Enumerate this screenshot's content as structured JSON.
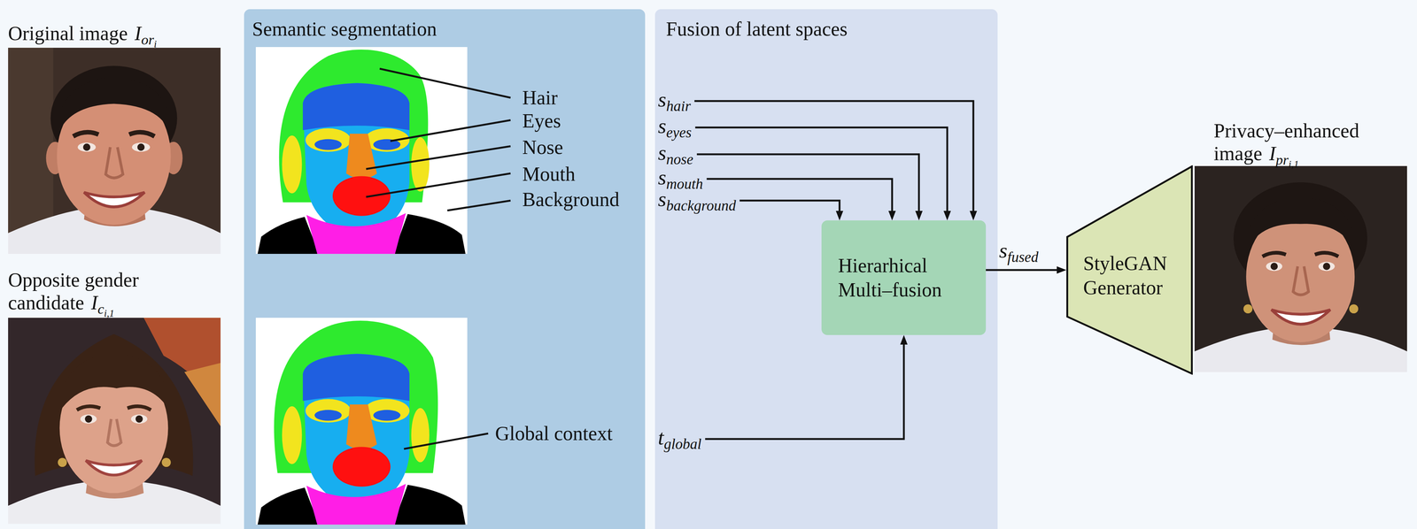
{
  "diagram": {
    "nodes": [
      {
        "text": [
          "Original image",
          "I",
          "or",
          "i"
        ]
      },
      {
        "text": [
          "Opposite gender candidate",
          "I",
          "c",
          "i,1"
        ]
      },
      {
        "text": [
          "Semantic segmentation"
        ]
      },
      {
        "text": [
          "Fusion of latent spaces"
        ]
      },
      {
        "text": [
          "s",
          "hair"
        ],
        "in": 3
      },
      {
        "text": [
          "s",
          "eyes"
        ],
        "in": 3
      },
      {
        "text": [
          "s",
          "nose"
        ],
        "in": 3
      },
      {
        "text": [
          "s",
          "mouth"
        ],
        "in": 3
      },
      {
        "text": [
          "s",
          "background"
        ],
        "in": 3
      },
      {
        "text": [
          "Hierarhical Multi–fusion"
        ],
        "in": 3
      },
      {
        "text": [
          "t",
          "global"
        ],
        "in": 3
      },
      {
        "text": [
          "StyleGAN Generator"
        ]
      },
      {
        "text": [
          "Privacy–enhanced image",
          "I",
          "pr",
          "i,1"
        ]
      }
    ],
    "edges": [
      {
        "from": 4,
        "to": 9,
        "arrow": "to"
      },
      {
        "from": 5,
        "to": 9,
        "arrow": "to"
      },
      {
        "from": 6,
        "to": 9,
        "arrow": "to"
      },
      {
        "from": 7,
        "to": 9,
        "arrow": "to"
      },
      {
        "from": 8,
        "to": 9,
        "arrow": "to"
      },
      {
        "from": 10,
        "to": 9,
        "arrow": "to"
      },
      {
        "from": 9,
        "to": 11,
        "label": "s",
        "arrow": "to"
      }
    ],
    "labels": [
      "Hair",
      "Eyes",
      "Nose",
      "Mouth",
      "Background",
      "Global context",
      "fused"
    ]
  }
}
